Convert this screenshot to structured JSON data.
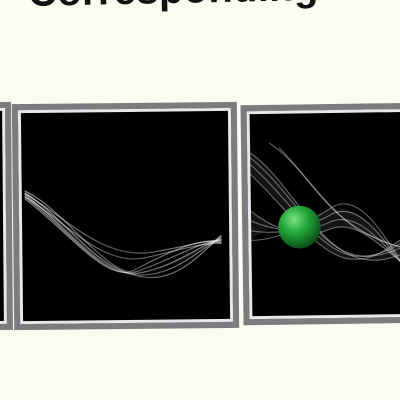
{
  "title": {
    "text": "Corresponding Hough"
  },
  "colors": {
    "background": "#fbfbf0",
    "panel_fill": "#000000",
    "panel_frame_outer": "#7c7c80",
    "panel_frame_inner": "#e8e8e8",
    "curve_color": "#ffffff",
    "marker_color": "#1f9a36"
  },
  "panels": [
    {
      "name": "left-partial-panel",
      "content": "empty-black"
    },
    {
      "name": "middle-hough-panel",
      "content": "sinusoid-curve-bundle"
    },
    {
      "name": "right-hough-panel",
      "content": "intersecting-sinusoids",
      "marker": "green-sphere"
    }
  ]
}
